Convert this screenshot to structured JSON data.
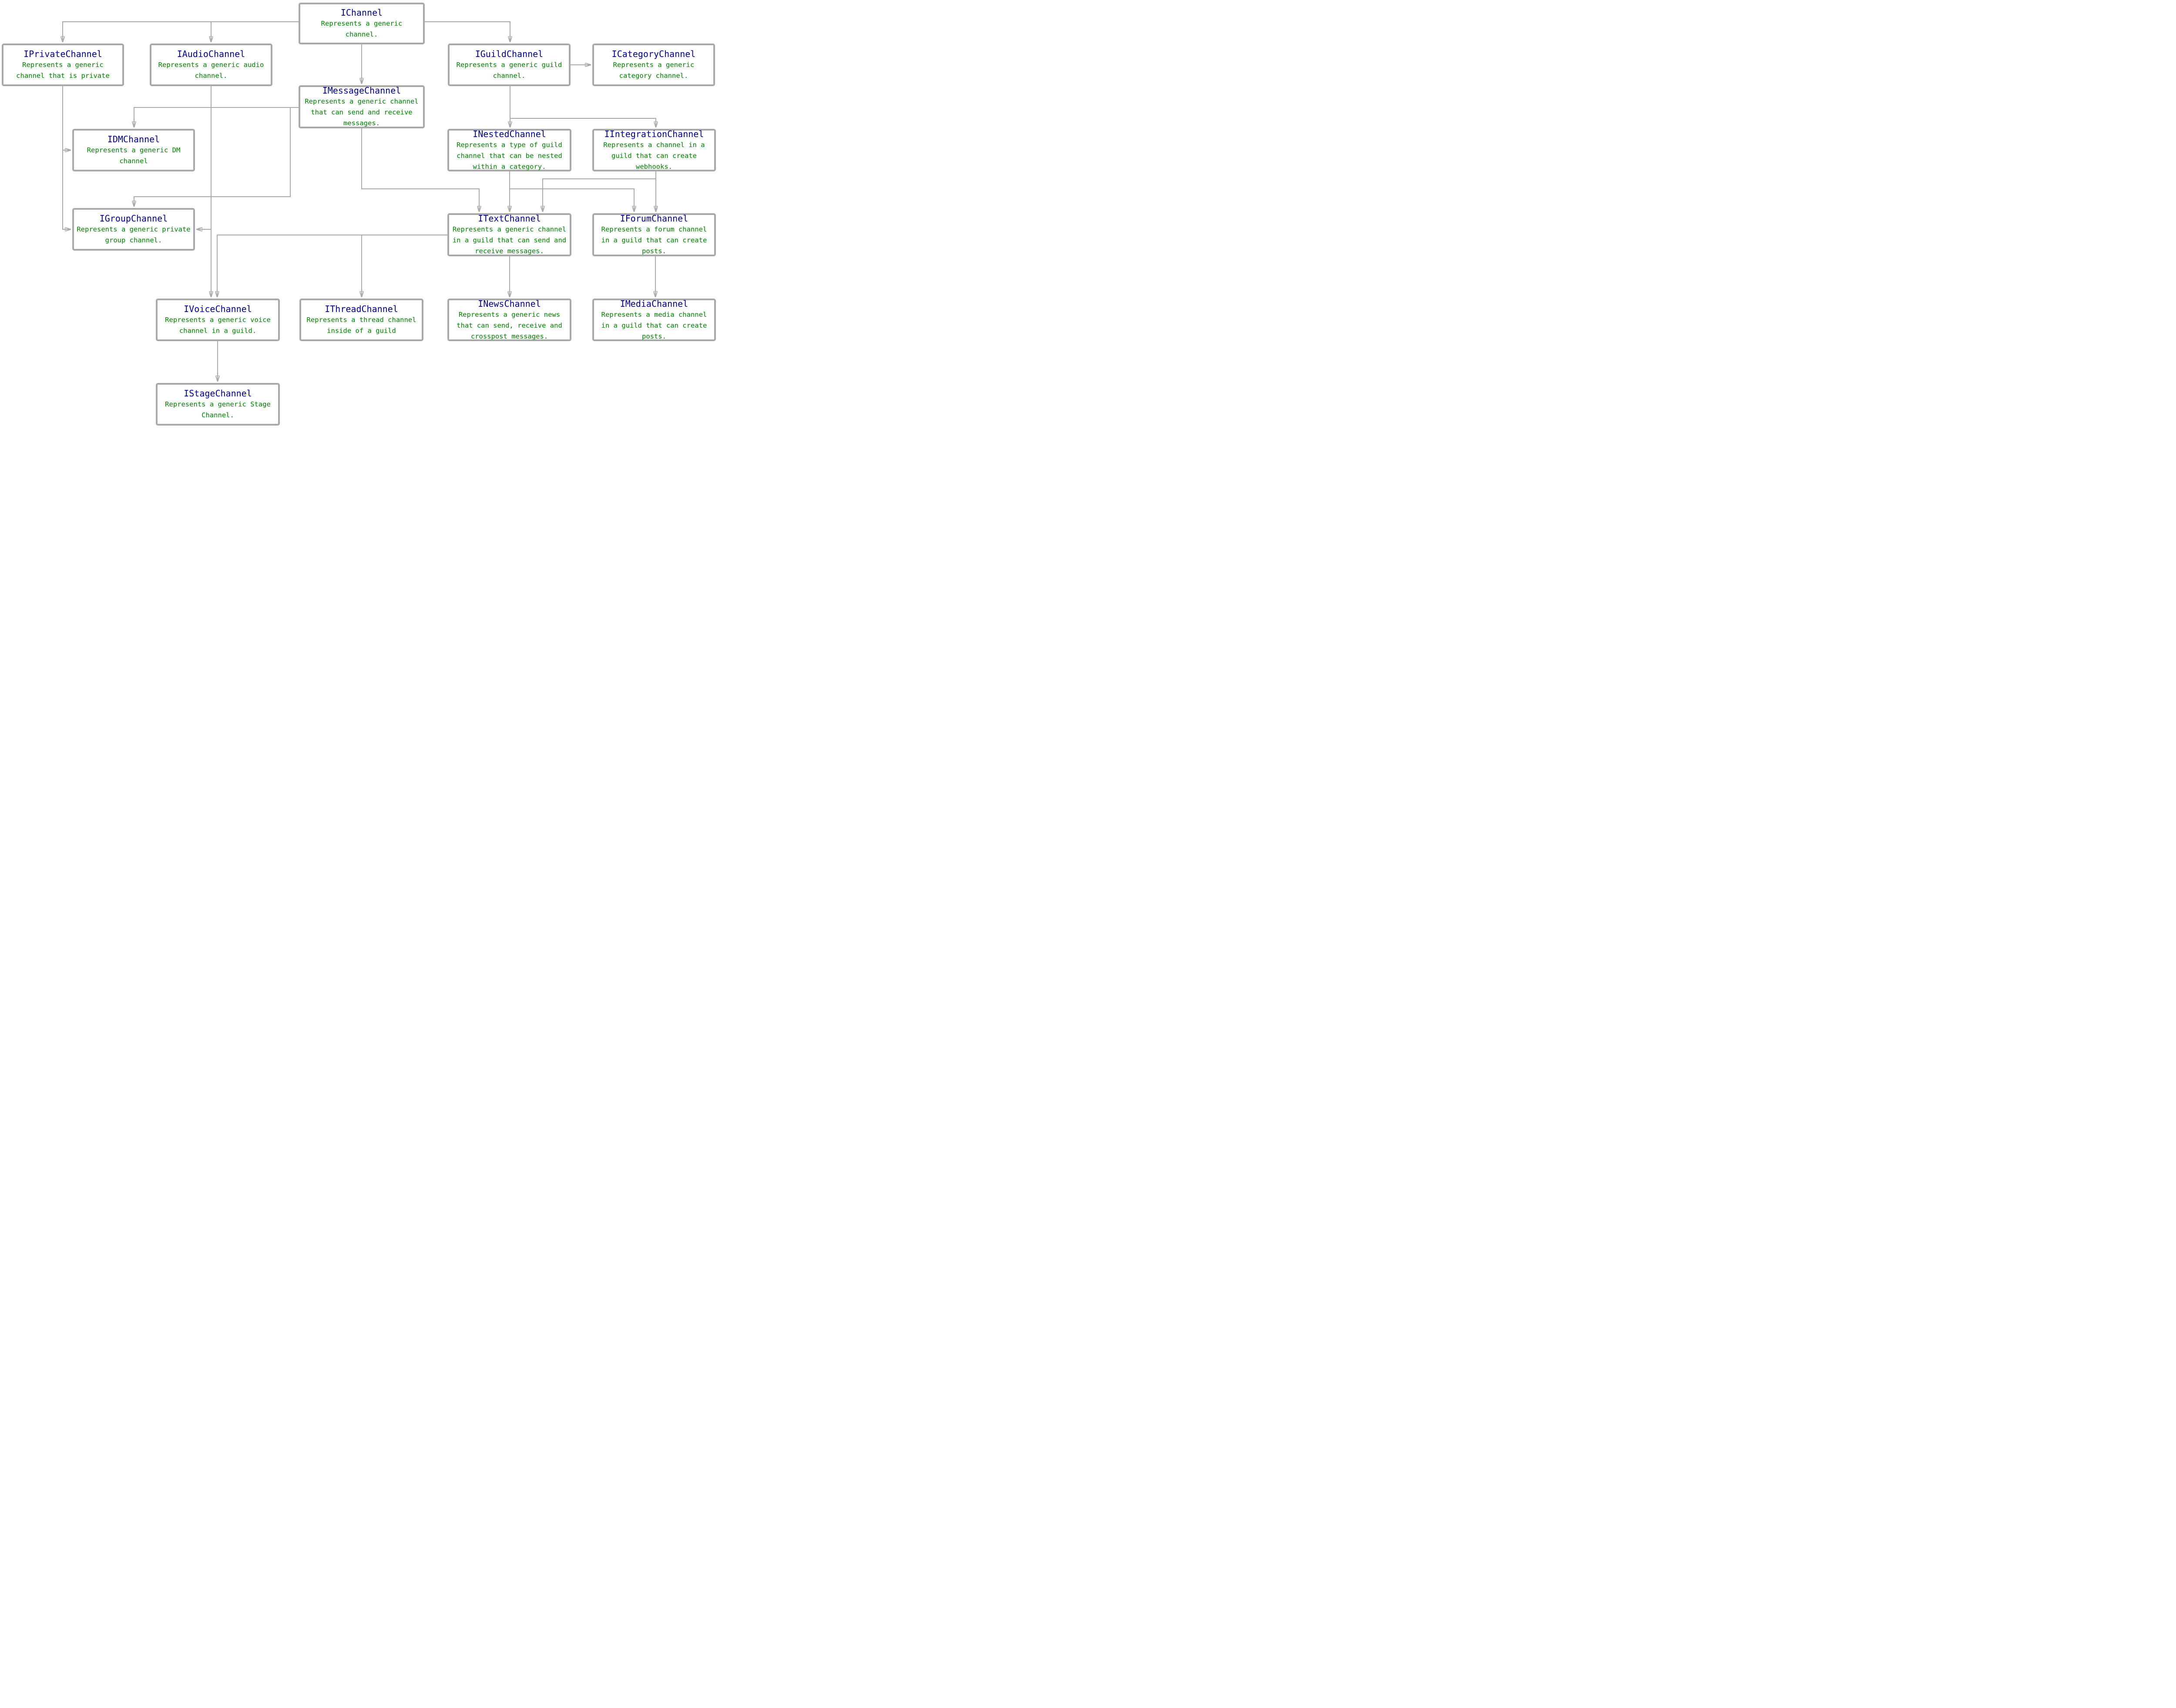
{
  "diagram": {
    "type": "interface-inheritance-diagram",
    "colors": {
      "title_text": "#00008b",
      "description_text": "#008000",
      "line_and_border": "#a9a9a9",
      "background": "#ffffff"
    },
    "nodes": {
      "IChannel": {
        "title": "IChannel",
        "description": "Represents a generic channel."
      },
      "IPrivateChannel": {
        "title": "IPrivateChannel",
        "description": "Represents a generic channel that is private"
      },
      "IAudioChannel": {
        "title": "IAudioChannel",
        "description": "Represents a generic audio channel."
      },
      "IGuildChannel": {
        "title": "IGuildChannel",
        "description": "Represents a generic guild channel."
      },
      "ICategoryChannel": {
        "title": "ICategoryChannel",
        "description": "Represents a generic category channel."
      },
      "IMessageChannel": {
        "title": "IMessageChannel",
        "description": "Represents a generic channel that can send and receive messages."
      },
      "IDMChannel": {
        "title": "IDMChannel",
        "description": "Represents a generic DM channel"
      },
      "INestedChannel": {
        "title": "INestedChannel",
        "description": "Represents a type of guild channel that can be nested within a category."
      },
      "IIntegrationChannel": {
        "title": "IIntegrationChannel",
        "description": "Represents a channel in a guild that can create webhooks."
      },
      "IGroupChannel": {
        "title": "IGroupChannel",
        "description": "Represents a generic private group channel."
      },
      "ITextChannel": {
        "title": "ITextChannel",
        "description": "Represents a generic channel in a guild that can send and receive messages."
      },
      "IForumChannel": {
        "title": "IForumChannel",
        "description": "Represents a forum channel in a guild that can create posts."
      },
      "IVoiceChannel": {
        "title": "IVoiceChannel",
        "description": "Represents a generic voice channel in a guild."
      },
      "IThreadChannel": {
        "title": "IThreadChannel",
        "description": "Represents a thread channel inside of a guild"
      },
      "INewsChannel": {
        "title": "INewsChannel",
        "description": "Represents a generic news that can send, receive and crosspost messages."
      },
      "IMediaChannel": {
        "title": "IMediaChannel",
        "description": "Represents a media channel in a guild that can create posts."
      },
      "IStageChannel": {
        "title": "IStageChannel",
        "description": "Represents a generic Stage Channel."
      }
    },
    "edges": [
      {
        "from": "IChannel",
        "to": "IPrivateChannel"
      },
      {
        "from": "IChannel",
        "to": "IAudioChannel"
      },
      {
        "from": "IChannel",
        "to": "IGuildChannel"
      },
      {
        "from": "IChannel",
        "to": "IMessageChannel"
      },
      {
        "from": "IGuildChannel",
        "to": "ICategoryChannel"
      },
      {
        "from": "IGuildChannel",
        "to": "INestedChannel"
      },
      {
        "from": "IGuildChannel",
        "to": "IIntegrationChannel"
      },
      {
        "from": "IMessageChannel",
        "to": "IDMChannel"
      },
      {
        "from": "IMessageChannel",
        "to": "IGroupChannel"
      },
      {
        "from": "IMessageChannel",
        "to": "ITextChannel"
      },
      {
        "from": "IPrivateChannel",
        "to": "IDMChannel"
      },
      {
        "from": "IPrivateChannel",
        "to": "IGroupChannel"
      },
      {
        "from": "IAudioChannel",
        "to": "IGroupChannel"
      },
      {
        "from": "IAudioChannel",
        "to": "IVoiceChannel"
      },
      {
        "from": "INestedChannel",
        "to": "ITextChannel"
      },
      {
        "from": "INestedChannel",
        "to": "IForumChannel"
      },
      {
        "from": "IIntegrationChannel",
        "to": "ITextChannel"
      },
      {
        "from": "IIntegrationChannel",
        "to": "IForumChannel"
      },
      {
        "from": "ITextChannel",
        "to": "IVoiceChannel"
      },
      {
        "from": "ITextChannel",
        "to": "IThreadChannel"
      },
      {
        "from": "ITextChannel",
        "to": "INewsChannel"
      },
      {
        "from": "IForumChannel",
        "to": "IMediaChannel"
      },
      {
        "from": "IVoiceChannel",
        "to": "IStageChannel"
      }
    ]
  }
}
